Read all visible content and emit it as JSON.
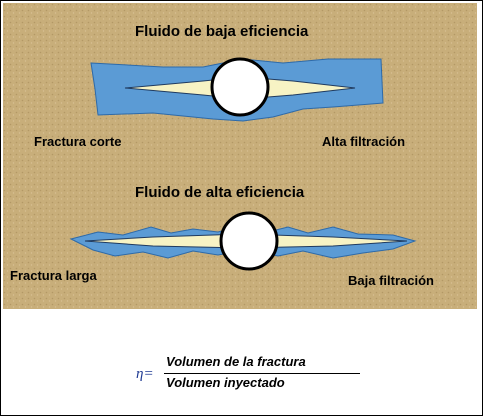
{
  "upper": {
    "title": "Fluido de baja eficiencia",
    "left_label": "Fractura corte",
    "right_label": "Alta filtración"
  },
  "lower": {
    "title": "Fluido de alta eficiencia",
    "left_label": "Fractura larga",
    "right_label": "Baja filtración"
  },
  "formula": {
    "symbol": "η=",
    "numerator": "Volumen de la fractura",
    "denominator": "Volumen inyectado"
  },
  "colors": {
    "rock": "#c8ae7a",
    "filtrate": "#5b9bd5",
    "fracture": "#f7f3c4",
    "wellbore": "#ffffff"
  }
}
